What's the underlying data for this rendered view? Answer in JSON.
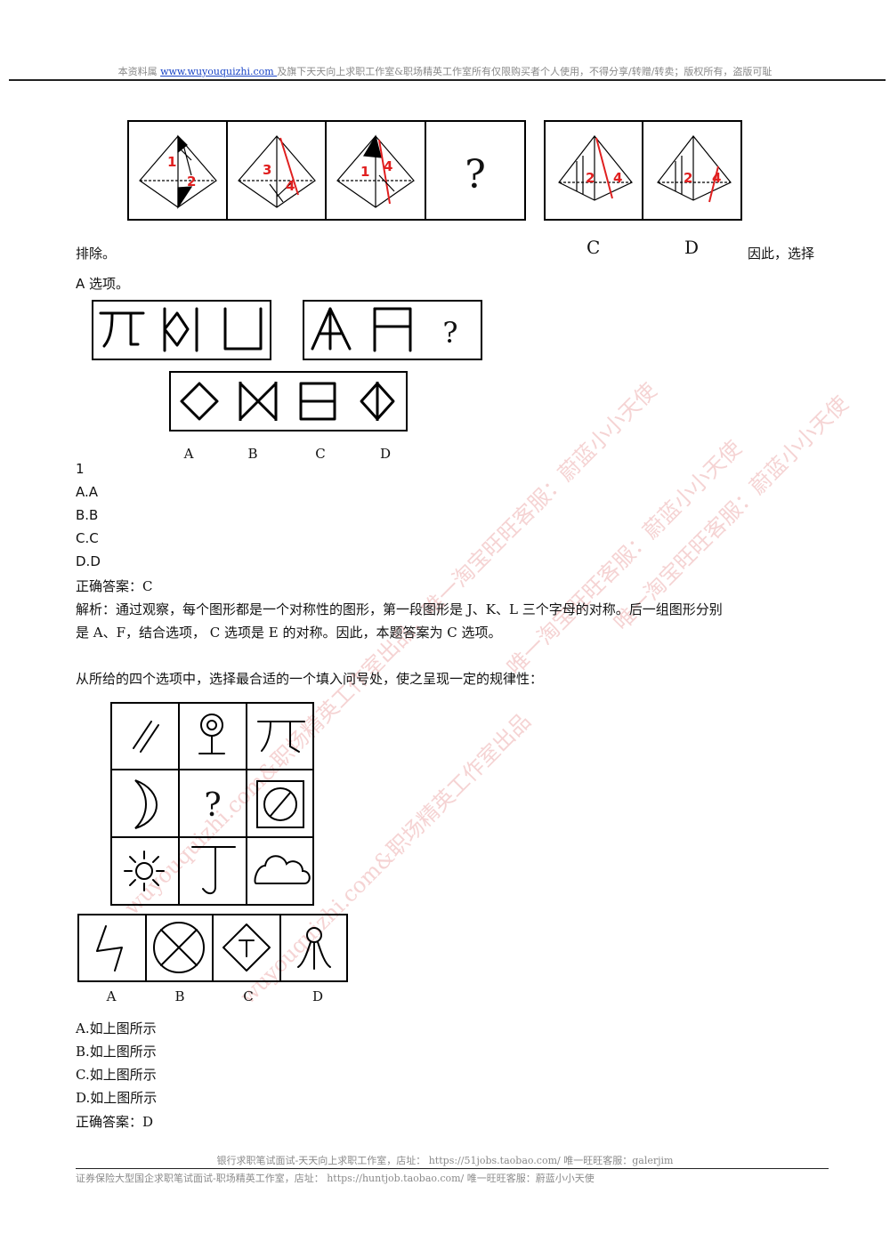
{
  "header": {
    "prefix": "本资料属 ",
    "link": "www.wuyouquizhi.com ",
    "suffix": "及旗下天天向上求职工作室&职场精英工作室所有仅限购买者个人使用，不得分享/转赠/转卖；版权所有，盗版可耻"
  },
  "prev_question": {
    "figure_numbers": {
      "p1": [
        "1",
        "2"
      ],
      "p2": [
        "3",
        "4"
      ],
      "p3": [
        "1",
        "4"
      ],
      "c": [
        "2",
        "4"
      ],
      "d": [
        "2",
        "4"
      ]
    },
    "question_mark": "?",
    "option_labels": {
      "c": "C",
      "d": "D"
    },
    "text_left": "排除。",
    "text_right": "因此，选择",
    "text_continue": "A 选项。"
  },
  "q1": {
    "question_mark": "?",
    "option_labels": [
      "A",
      "B",
      "C",
      "D"
    ],
    "number": "1",
    "options": [
      "A.A",
      "B.B",
      "C.C",
      "D.D"
    ],
    "answer": "正确答案：C",
    "analysis_line1": "解析：通过观察，每个图形都是一个对称性的图形，第一段图形是 J、K、L 三个字母的对称。后一组图形分别",
    "analysis_line2": "是 A、F，结合选项， C 选项是 E 的对称。因此，本题答案为 C 选项。"
  },
  "q2": {
    "prompt": "从所给的四个选项中，选择最合适的一个填入问号处，使之呈现一定的规律性：",
    "question_mark": "?",
    "option_labels": [
      "A",
      "B",
      "C",
      "D"
    ],
    "options": [
      "A.如上图所示",
      "B.如上图所示",
      "C.如上图所示",
      "D.如上图所示"
    ],
    "answer": "正确答案：D"
  },
  "footer": {
    "line1": "银行求职笔试面试-天天向上求职工作室，店址：  https://51jobs.taobao.com/  唯一旺旺客服：galerjim",
    "line2": "证券保险大型国企求职笔试面试-职场精英工作室，店址：  https://huntjob.taobao.com/  唯一旺旺客服：蔚蓝小小天使"
  },
  "watermark": {
    "a": "唯一淘宝旺旺客服：蔚蓝小小天使",
    "b": "wuyouquizhi.com&职场精英工作室出品，唯一淘宝旺旺客服：蔚蓝小小天使",
    "c": "wuyouquizhi.com&职场精英工作室出品"
  },
  "colors": {
    "accent_red": "#e02020",
    "link_blue": "#1a45c8",
    "footer_gray": "#8a8a8a"
  }
}
